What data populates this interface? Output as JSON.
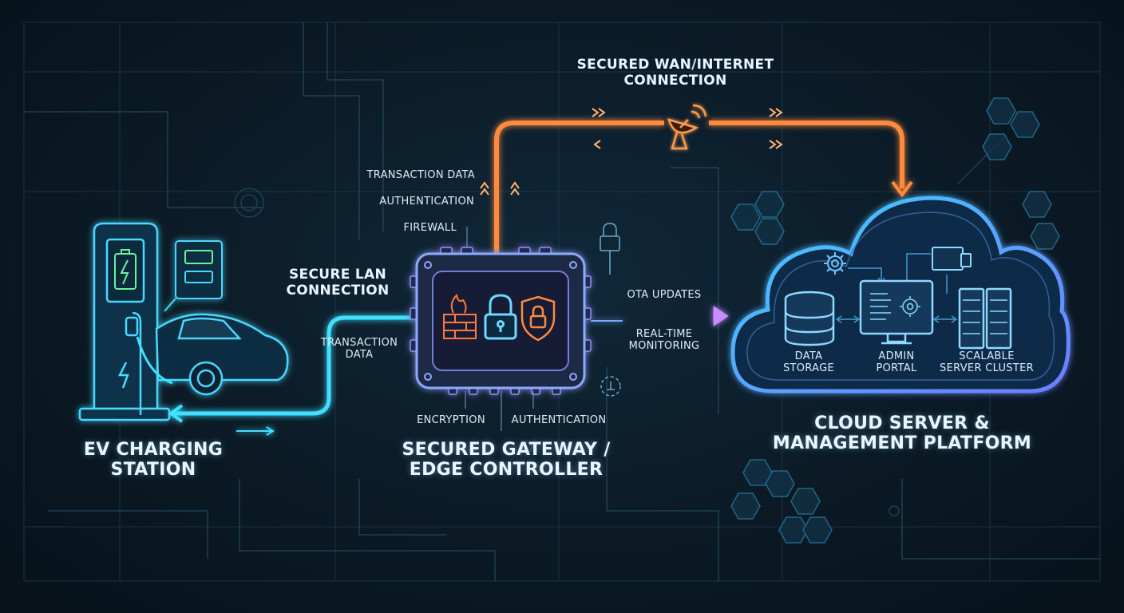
{
  "nodes": {
    "ev_station": {
      "title_line1": "EV CHARGING",
      "title_line2": "STATION"
    },
    "gateway": {
      "title_line1": "SECURED GATEWAY /",
      "title_line2": "EDGE CONTROLLER"
    },
    "cloud": {
      "title_line1": "CLOUD SERVER &",
      "title_line2": "MANAGEMENT PLATFORM",
      "components": [
        {
          "line1": "DATA",
          "line2": "STORAGE"
        },
        {
          "line1": "ADMIN",
          "line2": "PORTAL"
        },
        {
          "line1": "SCALABLE",
          "line2": "SERVER CLUSTER"
        }
      ]
    }
  },
  "connections": {
    "lan": {
      "line1": "SECURE LAN",
      "line2": "CONNECTION",
      "data_line1": "TRANSACTION",
      "data_line2": "DATA"
    },
    "wan": {
      "line1": "SECURED WAN/INTERNET",
      "line2": "CONNECTION"
    },
    "uplink": [
      "TRANSACTION DATA",
      "AUTHENTICATION",
      "FIREWALL"
    ],
    "gateway_bottom": [
      "ENCRYPTION",
      "AUTHENTICATION"
    ],
    "cloud_link": {
      "ota": "OTA UPDATES",
      "monitor_line1": "REAL-TIME",
      "monitor_line2": "MONITORING"
    }
  },
  "icons": [
    "fuel-pump-icon",
    "battery-charge-icon",
    "ev-car-icon",
    "firewall-icon",
    "padlock-icon",
    "shield-lock-icon",
    "satellite-dish-icon",
    "database-icon",
    "monitor-gear-icon",
    "server-rack-icon",
    "gear-icon",
    "hexagon-pattern"
  ],
  "colors": {
    "background": "#0b1a25",
    "lan_cyan": "#3fe0ff",
    "wan_orange": "#ff8a3c",
    "gateway_purple": "#b88cff",
    "cloud_blue": "#5ab8ff",
    "label_text": "#e9f6ff"
  }
}
